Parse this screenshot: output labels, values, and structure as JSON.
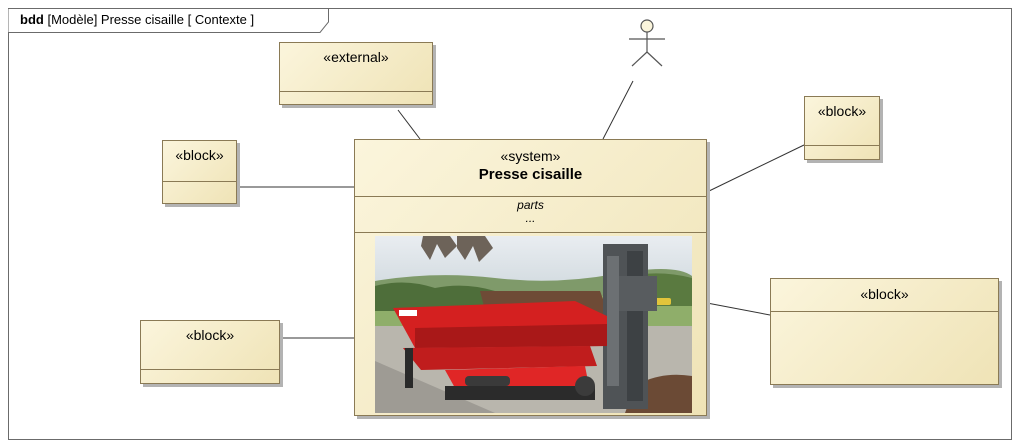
{
  "diagram": {
    "kind": "bdd",
    "title": "[Modèle] Presse cisaille [ Contexte ]"
  },
  "system": {
    "stereotype": "«system»",
    "name": "Presse cisaille",
    "compartment_label": "parts",
    "compartment_value": "..."
  },
  "blocks": [
    {
      "stereotype": "«external»"
    },
    {
      "stereotype": "«block»"
    },
    {
      "stereotype": "«block»"
    },
    {
      "stereotype": "«block»"
    },
    {
      "stereotype": "«block»"
    }
  ],
  "colors": {
    "block_fill": "#f5ecc6",
    "block_border": "#8a7a55",
    "frame_border": "#6b6b6b",
    "machine_red": "#d42020"
  }
}
